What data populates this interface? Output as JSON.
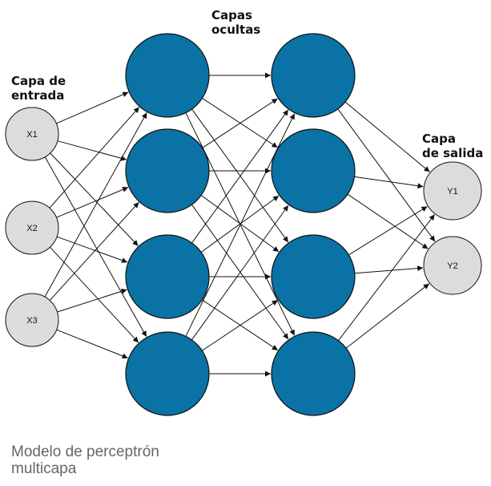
{
  "labels": {
    "input": [
      "Capa de",
      "entrada"
    ],
    "hidden": [
      "Capas",
      "ocultas"
    ],
    "output": [
      "Capa",
      "de salida"
    ]
  },
  "caption": [
    "Modelo de perceptrón",
    "multicapa"
  ],
  "inputs": [
    "X1",
    "X2",
    "X3"
  ],
  "outputs": [
    "Y1",
    "Y2"
  ],
  "hidden_layers": 2,
  "hidden_nodes_per_layer": 4,
  "colors": {
    "hidden_fill": "#0a72a4",
    "io_fill": "#dcdcdc",
    "stroke": "#111111",
    "caption": "#666666"
  }
}
